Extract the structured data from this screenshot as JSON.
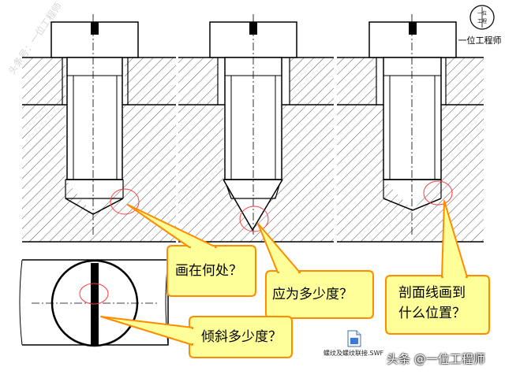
{
  "watermark": {
    "text": "头条号：一位工程师"
  },
  "logo": {
    "text": "一位工程师",
    "seal_text": "一位 工程 师"
  },
  "callouts": [
    {
      "id": "where",
      "text": "画在何处？"
    },
    {
      "id": "angle",
      "text": "应为多少度？"
    },
    {
      "id": "section",
      "line1": "剖面线画到",
      "line2": "什么位置？"
    },
    {
      "id": "tilt",
      "text": "倾斜多少度？"
    }
  ],
  "file": {
    "label": "螺纹及螺纹联接.SWF",
    "icon": "swf-file-icon"
  },
  "footer": {
    "text": "头条 @一位工程师"
  },
  "colors": {
    "callout_fill": "#ffff99",
    "callout_border": "#ff8c00",
    "highlight": "#ff3b3b",
    "hatch": "#555555",
    "outline": "#000000"
  }
}
